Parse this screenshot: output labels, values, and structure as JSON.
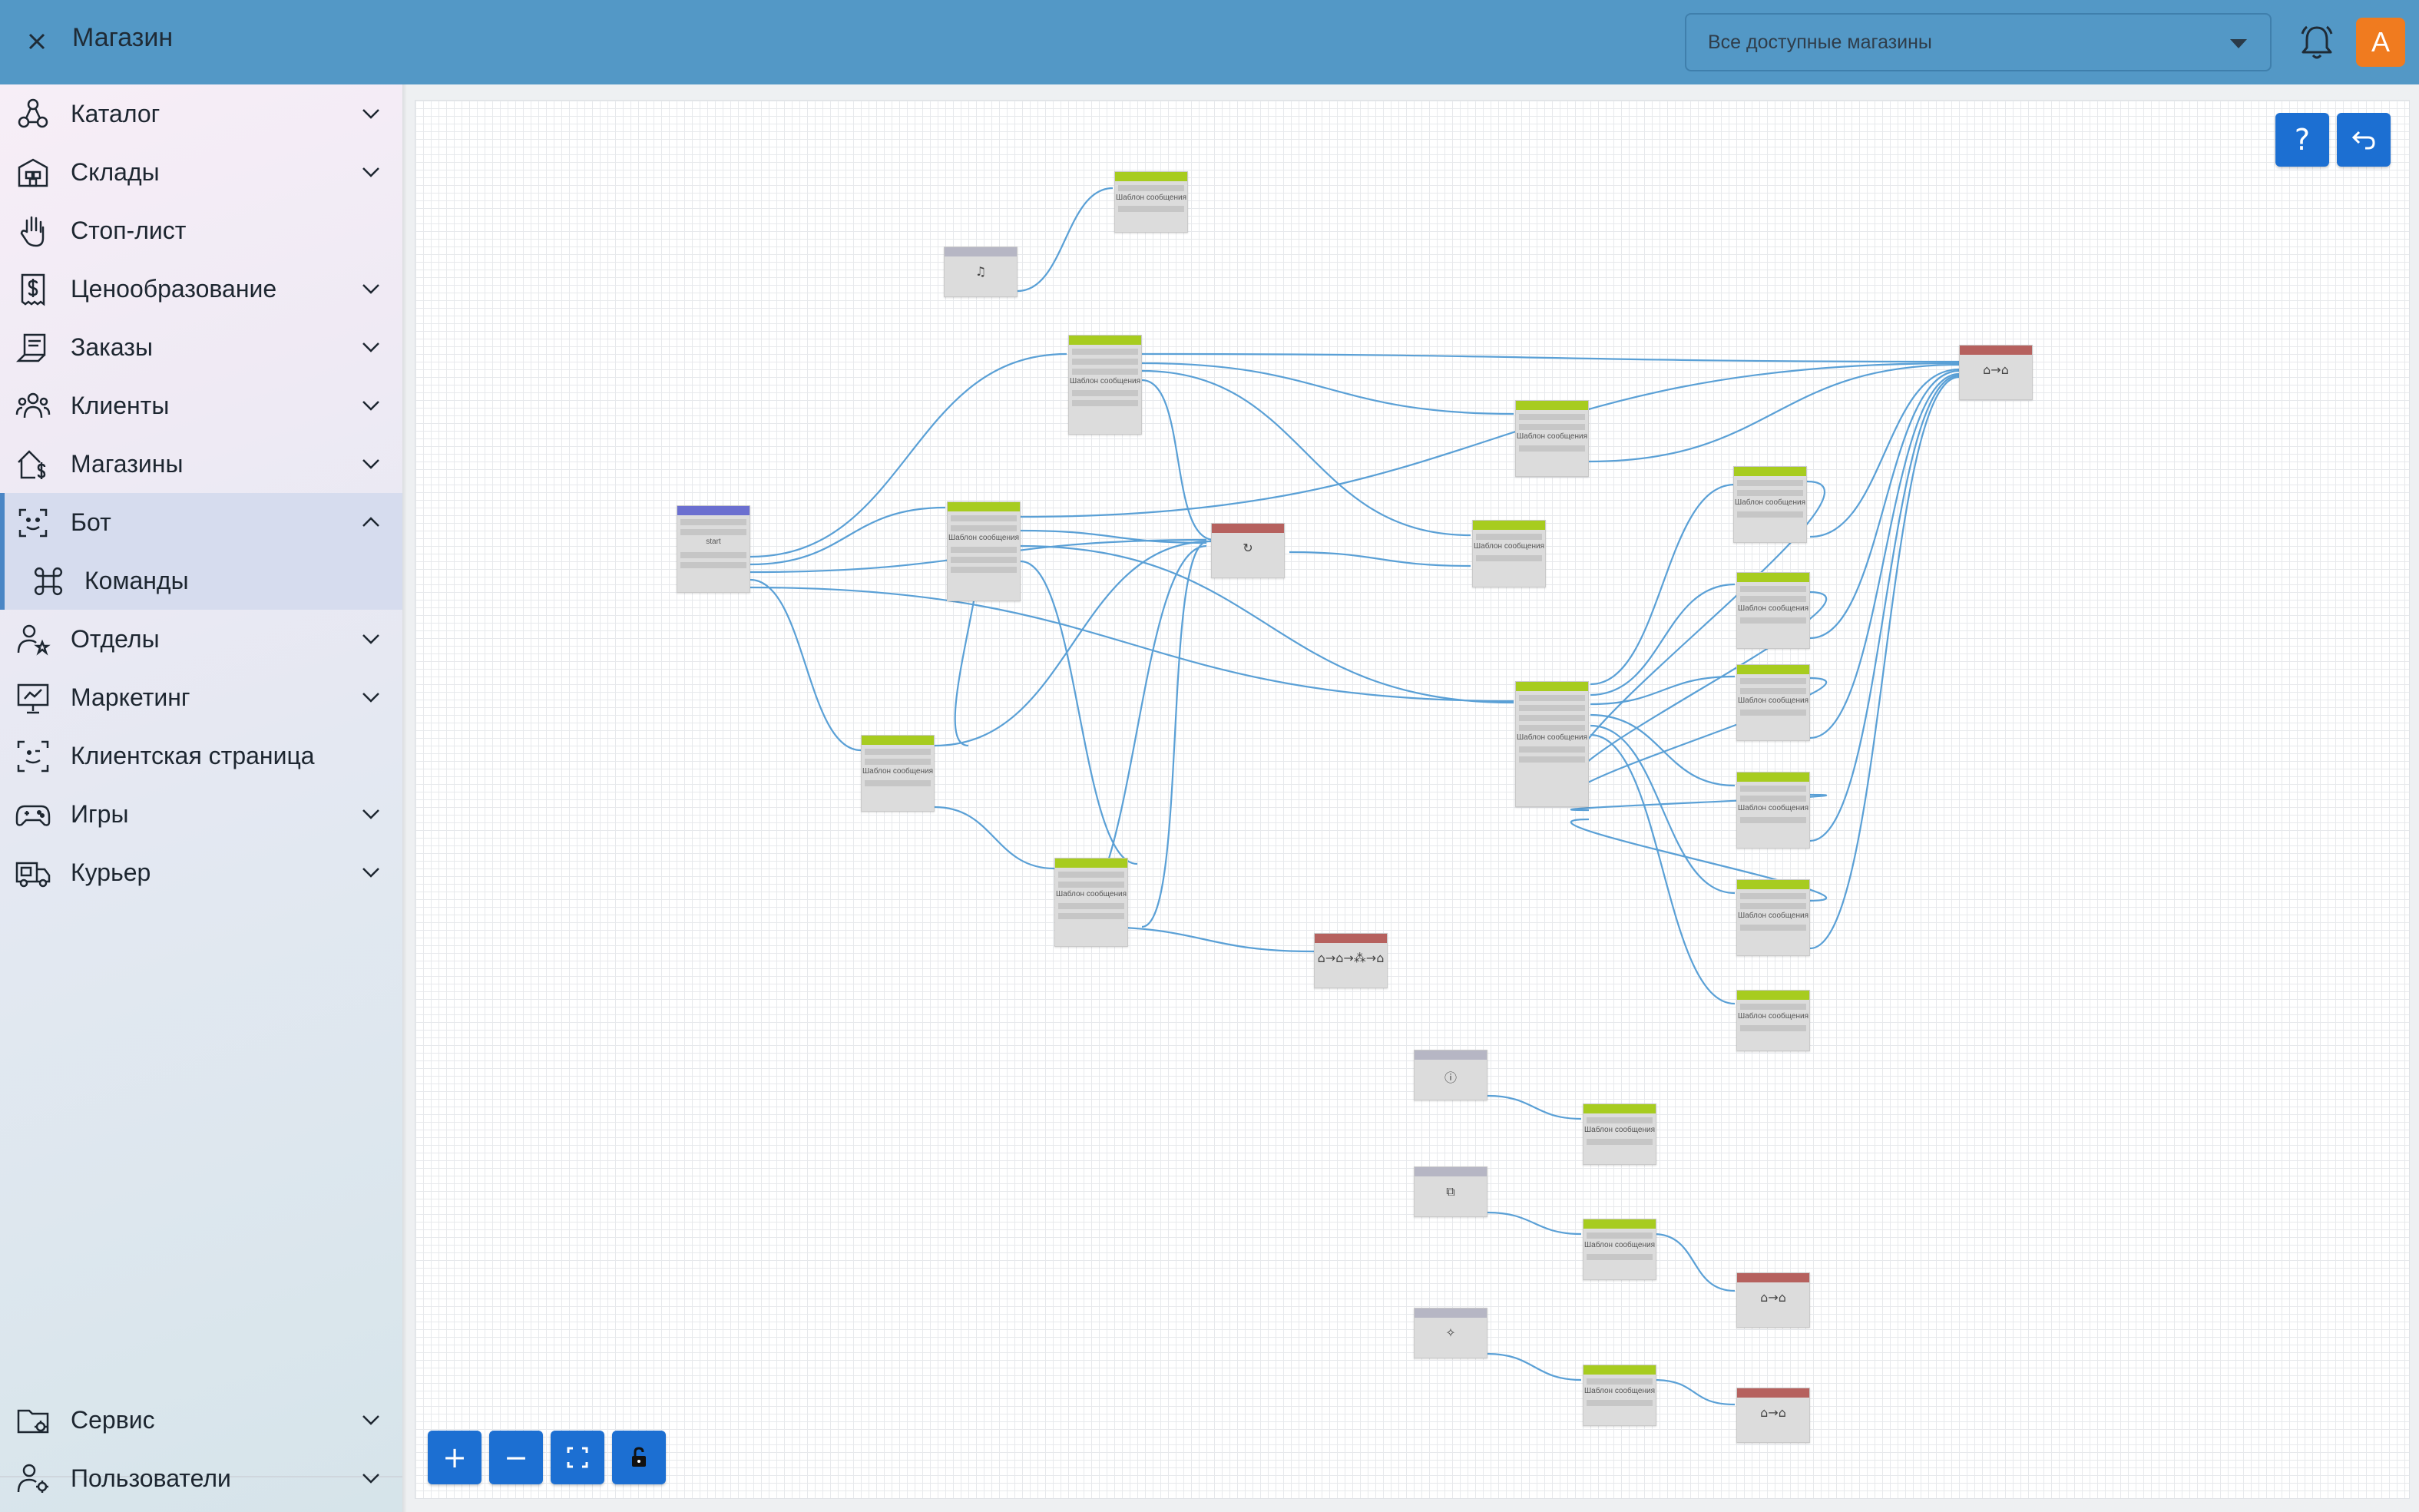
{
  "header": {
    "title": "Магазин",
    "store_select": {
      "value": "Все доступные магазины"
    },
    "avatar_letter": "A"
  },
  "sidebar": {
    "items": [
      {
        "label": "Каталог",
        "icon": "catalog-icon",
        "expandable": true
      },
      {
        "label": "Склады",
        "icon": "warehouse-icon",
        "expandable": true
      },
      {
        "label": "Стоп-лист",
        "icon": "hand-stop-icon",
        "expandable": false
      },
      {
        "label": "Ценообразование",
        "icon": "price-icon",
        "expandable": true
      },
      {
        "label": "Заказы",
        "icon": "orders-icon",
        "expandable": true
      },
      {
        "label": "Клиенты",
        "icon": "clients-icon",
        "expandable": true
      },
      {
        "label": "Магазины",
        "icon": "stores-icon",
        "expandable": true
      },
      {
        "label": "Бот",
        "icon": "bot-icon",
        "expandable": true,
        "expanded": true
      },
      {
        "label": "Команды",
        "icon": "command-icon",
        "sub": true
      },
      {
        "label": "Отделы",
        "icon": "departments-icon",
        "expandable": true
      },
      {
        "label": "Маркетинг",
        "icon": "marketing-icon",
        "expandable": true
      },
      {
        "label": "Клиентская страница",
        "icon": "client-page-icon",
        "expandable": false
      },
      {
        "label": "Игры",
        "icon": "gamepad-icon",
        "expandable": true
      },
      {
        "label": "Курьер",
        "icon": "courier-icon",
        "expandable": true
      }
    ],
    "bottom_items": [
      {
        "label": "Сервис",
        "icon": "service-icon",
        "expandable": true
      },
      {
        "label": "Пользователи",
        "icon": "users-icon",
        "expandable": true
      }
    ]
  },
  "canvas": {
    "node_label": "Шаблон сообщения",
    "start_label": "start",
    "help_button": "?",
    "controls": {
      "zoom_in": "+",
      "zoom_out": "−"
    }
  }
}
